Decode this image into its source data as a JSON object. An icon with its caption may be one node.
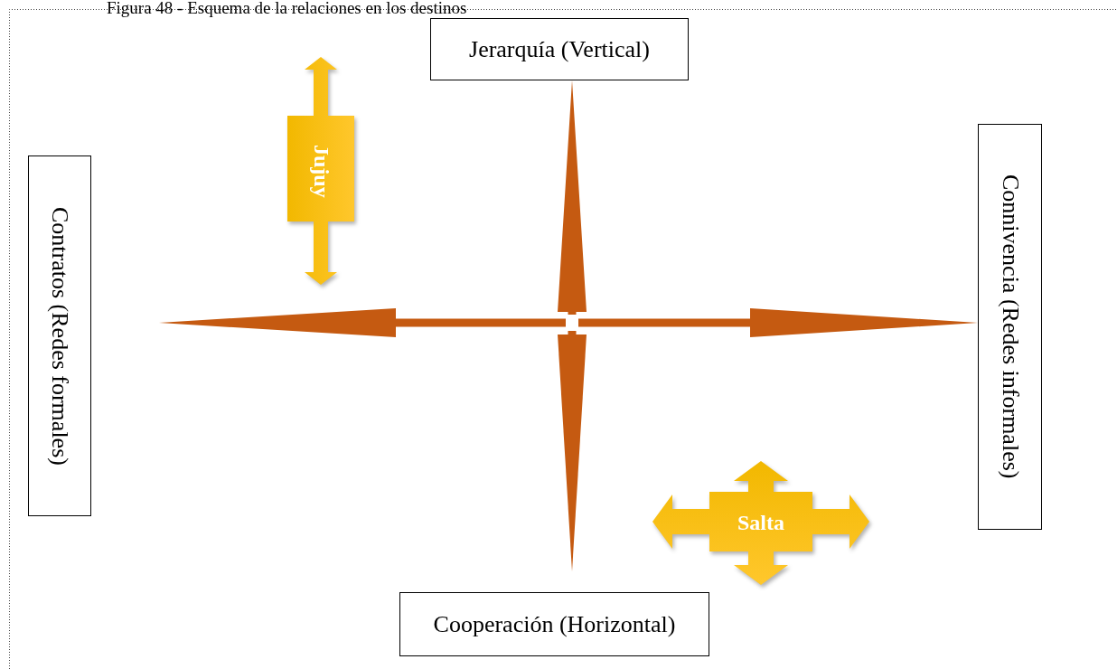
{
  "diagram": {
    "title": "Figura 48 - Esquema de la relaciones en los destinos",
    "nodes": [
      {
        "text": [
          "Jerarquía (Vertical)"
        ]
      },
      {
        "text": [
          "Contratos (Redes formales)"
        ]
      },
      {
        "text": [
          "Connivencia (Redes informales)"
        ]
      },
      {
        "text": [
          "Cooperación (Horizontal)"
        ]
      },
      {
        "text": [
          "Jujuy"
        ]
      },
      {
        "text": [
          "Salta"
        ]
      }
    ],
    "edges": [
      {
        "from": null,
        "to": 0,
        "arrow": "to"
      },
      {
        "from": null,
        "to": 3,
        "arrow": "to"
      },
      {
        "from": null,
        "to": 1,
        "arrow": "to"
      },
      {
        "from": null,
        "to": 2,
        "arrow": "to"
      }
    ]
  }
}
